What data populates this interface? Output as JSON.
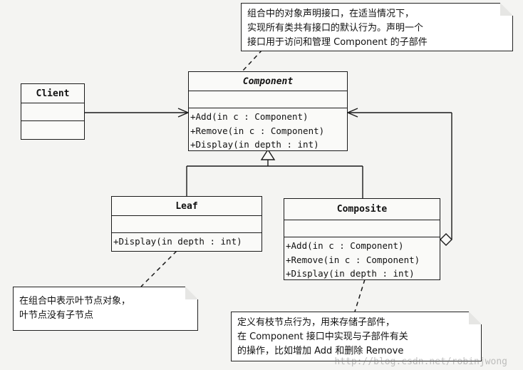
{
  "classes": {
    "client": {
      "name": "Client"
    },
    "component": {
      "name": "Component",
      "operations": [
        "+Add(in c : Component)",
        "+Remove(in c : Component)",
        "+Display(in depth : int)"
      ]
    },
    "leaf": {
      "name": "Leaf",
      "operations": [
        "+Display(in depth : int)"
      ]
    },
    "composite": {
      "name": "Composite",
      "operations": [
        "+Add(in c : Component)",
        "+Remove(in c : Component)",
        "+Display(in depth : int)"
      ]
    }
  },
  "notes": {
    "component": [
      "组合中的对象声明接口，在适当情况下，",
      "实现所有类共有接口的默认行为。声明一个",
      "接口用于访问和管理 Component 的子部件"
    ],
    "leaf": [
      "在组合中表示叶节点对象，",
      "叶节点没有子节点"
    ],
    "composite": [
      "定义有枝节点行为，用来存储子部件，",
      "在 Component 接口中实现与子部件有关",
      "的操作，比如增加 Add 和删除 Remove"
    ]
  },
  "watermark": "http://blog.csdn.net/robinjwong",
  "colors": {
    "line": "#1a1a1a",
    "background": "#f4f4f2",
    "note_fill": "#ffffff"
  }
}
